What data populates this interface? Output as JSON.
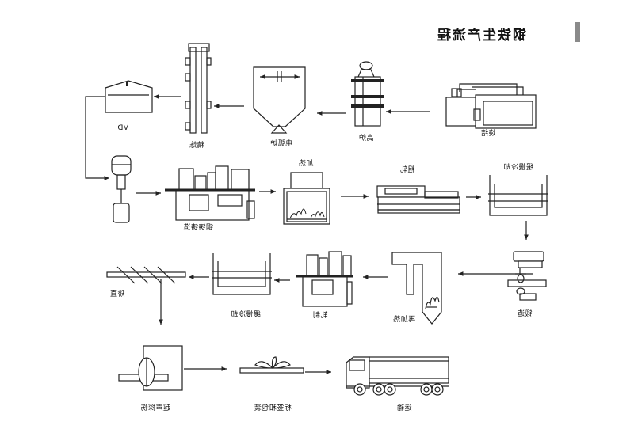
{
  "title": "钢铁生产流程",
  "labels": {
    "sinter": "烧结",
    "blast_furnace": "高炉",
    "electric_furnace": "电弧炉",
    "refining": "精炼",
    "vd": "VD",
    "continuous_casting": "钢铸铸造",
    "reheat_top": "加热",
    "rough_rolling": "粗轧",
    "slow_cooling_top": "缓慢冷却",
    "forging": "锻造",
    "reheat_bottom": "再加热",
    "finish_rolling": "轧制",
    "slow_cooling_bottom": "缓慢冷却",
    "straightening": "矫直",
    "ultrasonic": "超声探伤",
    "marking_packing": "标签和包装",
    "transport": "运输"
  },
  "colors": {
    "line": "#222222",
    "tab": "#8a8a8a",
    "background": "#ffffff"
  }
}
